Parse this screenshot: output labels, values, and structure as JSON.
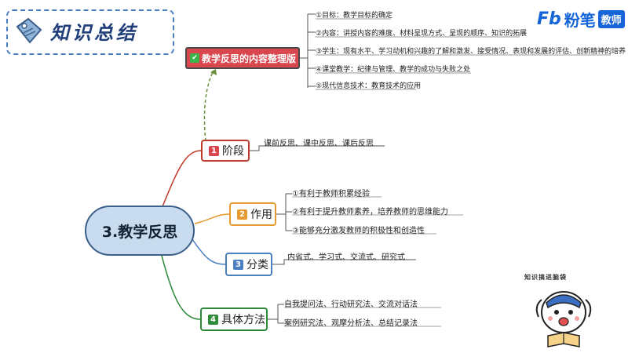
{
  "header": {
    "title": "知识总结",
    "logo_mark": "Fb",
    "logo_text": "粉笔",
    "logo_tag": "教师"
  },
  "center": {
    "label": "3.教学反思"
  },
  "top_node": {
    "label": "教学反思的内容整理版",
    "items": [
      "①目标：教学目标的确定",
      "②内容：讲授内容的难度、材料呈现方式、呈现的顺序、知识的拓展",
      "③学生：现有水平、学习动机和兴趣的了解和激发、接受情况、表现和发展的评估、创新精神的培养",
      "④课堂教学：纪律与管理、教学的成功与失败之处",
      "⑤现代信息技术：教育技术的应用"
    ]
  },
  "branches": [
    {
      "num": "1",
      "label": "阶段",
      "items": [
        "课前反思、课中反思、课后反思"
      ]
    },
    {
      "num": "2",
      "label": "作用",
      "items": [
        "①有利于教师积累经验",
        "②有利于提升教师素养，培养教师的思维能力",
        "③能够充分激发教师的积极性和创造性"
      ]
    },
    {
      "num": "3",
      "label": "分类",
      "items": [
        "内省式、学习式、交流式、研究式"
      ]
    },
    {
      "num": "4",
      "label": "具体方法",
      "items": [
        "自我提问法、行动研究法、交流对话法",
        "案例研究法、观摩分析法、总结记录法"
      ]
    }
  ],
  "cartoon": {
    "caption": "知识搞进脑袋"
  },
  "colors": {
    "red": "#c0392b",
    "orange": "#e69a2e",
    "blue": "#4a7fc1",
    "green": "#2e8b3a",
    "center_fill": "#c9dcef"
  }
}
